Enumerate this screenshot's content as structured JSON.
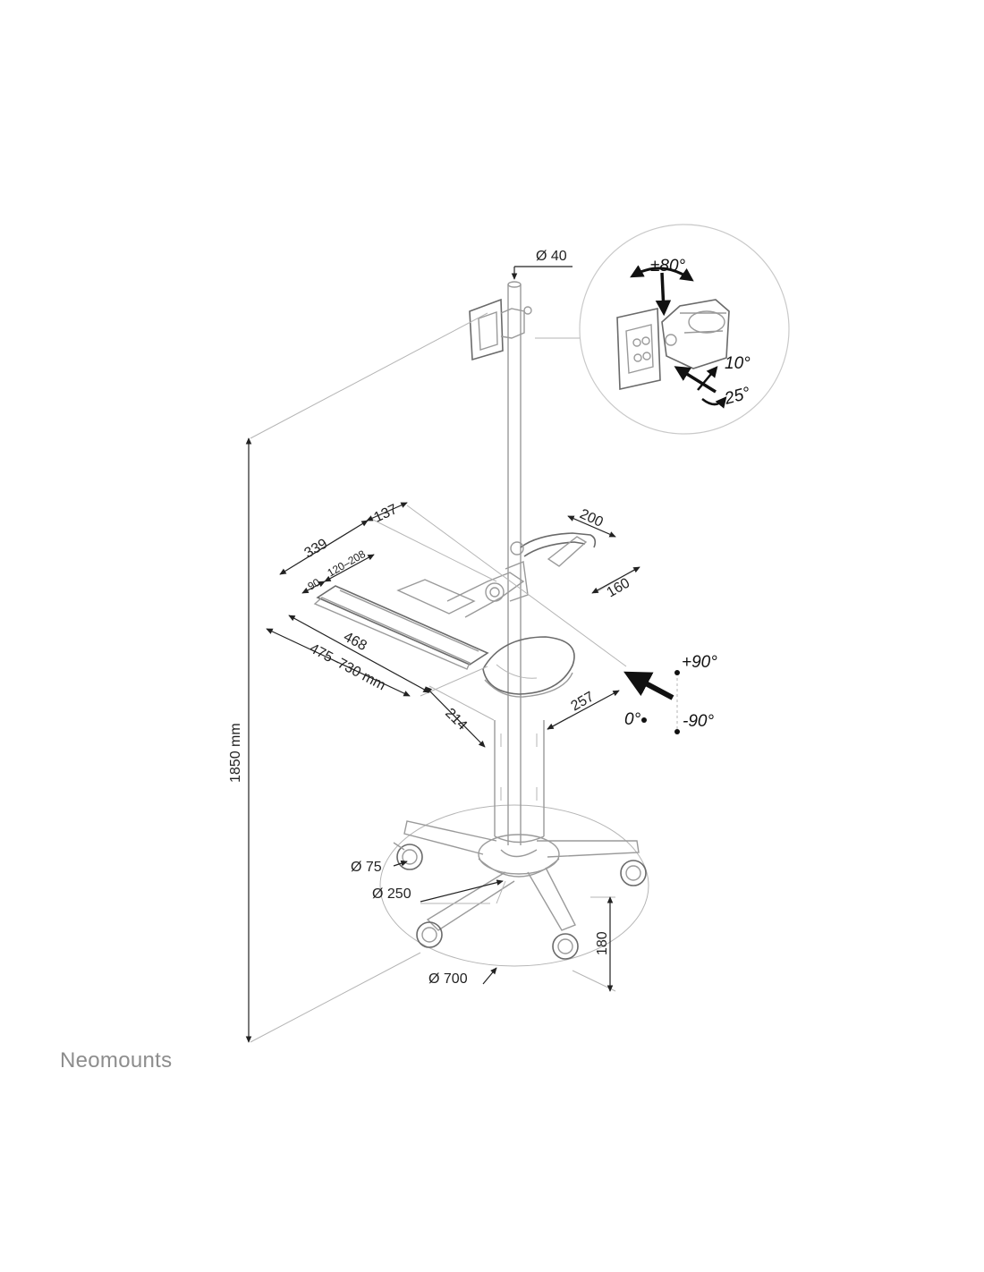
{
  "brand": "Neomounts",
  "dimensions": {
    "pole_diameter": "Ø 40",
    "height": "1850 mm",
    "arm_depth": "137",
    "arm_length": "339",
    "keyboard_offset": "90",
    "keyboard_range": "120–208",
    "keyboard_width": "468",
    "keyboard_height_range": "475–730 mm",
    "shelf_offset": "214",
    "mouse_tray": "257",
    "handle_width": "200",
    "handle_depth": "160",
    "caster_diameter": "Ø 75",
    "base_hub_diameter": "Ø 250",
    "base_diameter": "Ø 700",
    "base_height": "180"
  },
  "rotation": {
    "swivel": "±80°",
    "tilt_up": "10°",
    "tilt_down": "25°",
    "rotate_plus": "+90°",
    "rotate_zero": "0°",
    "rotate_minus": "-90°"
  },
  "colors": {
    "line": "#9a9a9a",
    "dimension": "#222222",
    "brand": "#8d8d8d"
  }
}
